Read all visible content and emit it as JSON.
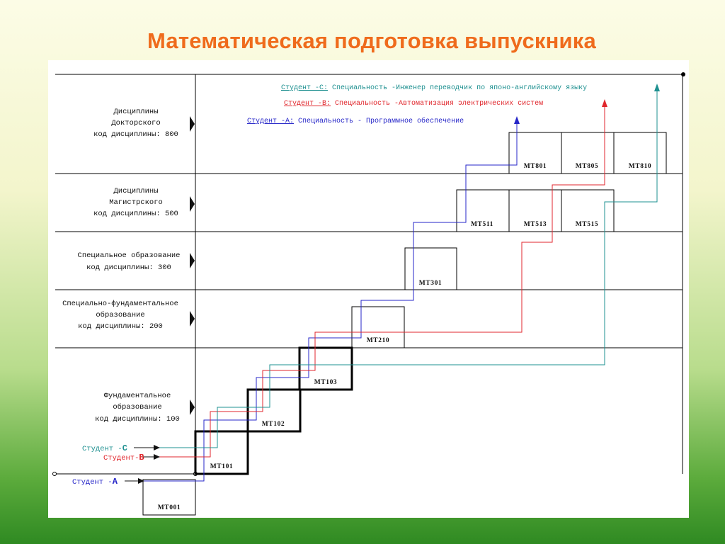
{
  "title": "Математическая подготовка выпускника",
  "levels": [
    {
      "line1": "Дисциплины",
      "line2": "Докторского",
      "line3": "код дисциплины: 800"
    },
    {
      "line1": "Дисциплины",
      "line2": "Магистрского",
      "line3": "код дисциплины: 500"
    },
    {
      "line1": "Специальное образование",
      "line2": "код дисциплины: 300",
      "line3": ""
    },
    {
      "line1": "Специально-фундаментальное",
      "line2": "образование",
      "line3": "код дисциплины: 200"
    },
    {
      "line1": "Фундаментальное",
      "line2": "образование",
      "line3": "код дисциплины: 100"
    }
  ],
  "courses": [
    "MT001",
    "MT101",
    "MT102",
    "MT103",
    "MT210",
    "MT301",
    "MT511",
    "MT513",
    "MT515",
    "MT801",
    "MT805",
    "MT810"
  ],
  "students": [
    {
      "prefix": "Студент -",
      "letter": "A",
      "color": "#2626c8",
      "legend_label": "Студент -А:",
      "legend_text": "Специальность - Программное обеспечение"
    },
    {
      "prefix": "Студент-",
      "letter": "B",
      "color": "#e0262c",
      "legend_label": "Студент -В:",
      "legend_text": "Специальность -Автоматизация электрических систем"
    },
    {
      "prefix": "Студент -",
      "letter": "C",
      "color": "#1e9090",
      "legend_label": "Студент -С:",
      "legend_text": "Специальность -Инженер переводчик по японо-английскому языку"
    }
  ]
}
